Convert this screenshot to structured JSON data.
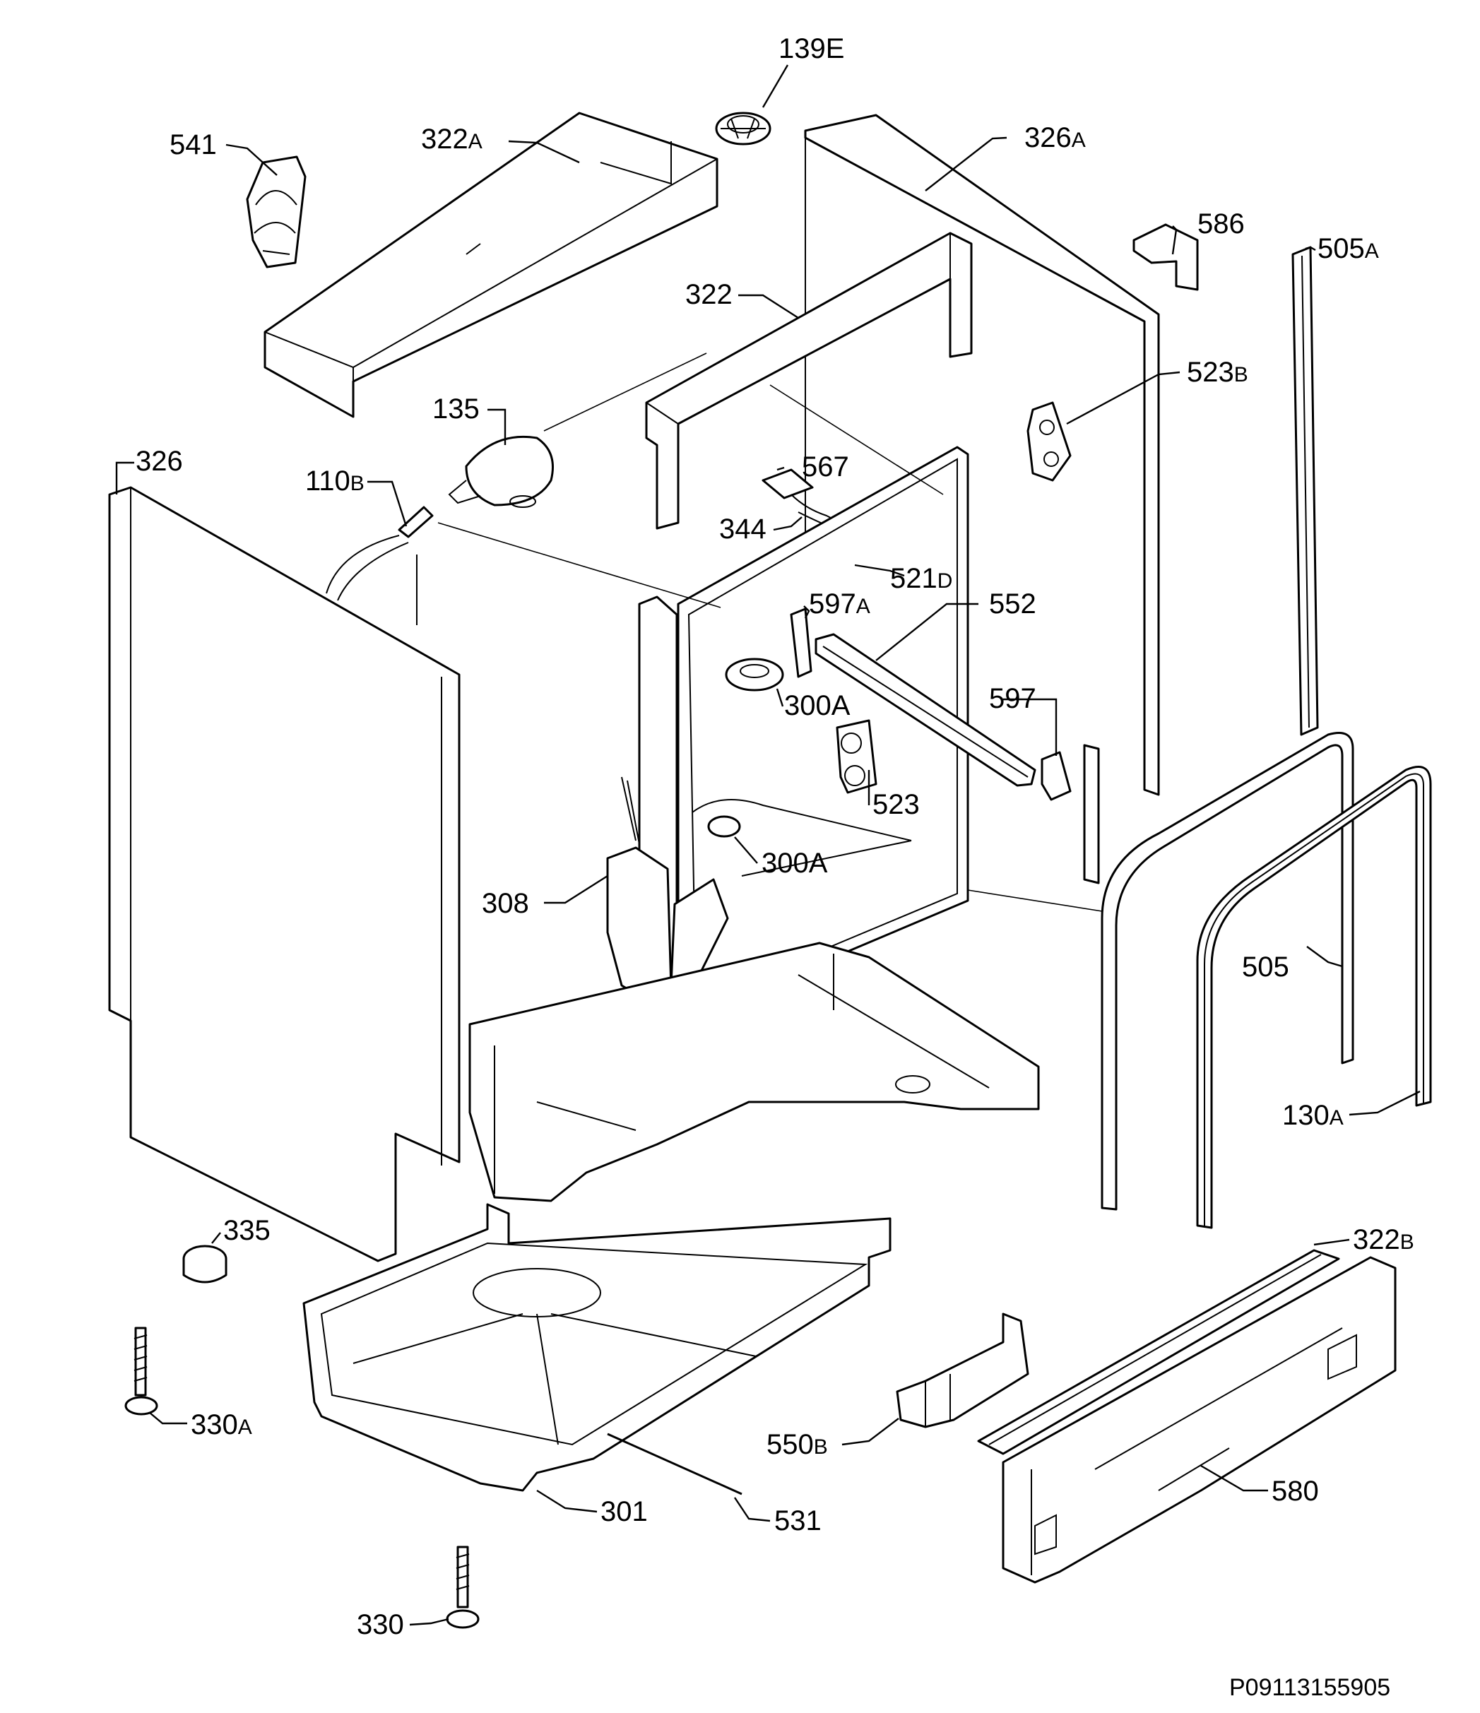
{
  "labels": [
    {
      "id": "139E",
      "text": "139E",
      "suffix": ""
    },
    {
      "id": "541",
      "text": "541",
      "suffix": ""
    },
    {
      "id": "322A",
      "text": "322",
      "suffix": "A"
    },
    {
      "id": "326A",
      "text": "326",
      "suffix": "A"
    },
    {
      "id": "586",
      "text": "586",
      "suffix": ""
    },
    {
      "id": "505A",
      "text": "505",
      "suffix": "A"
    },
    {
      "id": "322",
      "text": "322",
      "suffix": ""
    },
    {
      "id": "523B",
      "text": "523",
      "suffix": "B"
    },
    {
      "id": "135",
      "text": "135",
      "suffix": ""
    },
    {
      "id": "326",
      "text": "326",
      "suffix": ""
    },
    {
      "id": "110B",
      "text": "110",
      "suffix": "B"
    },
    {
      "id": "567",
      "text": "567",
      "suffix": ""
    },
    {
      "id": "344",
      "text": "344",
      "suffix": ""
    },
    {
      "id": "521D",
      "text": "521",
      "suffix": "D"
    },
    {
      "id": "597A",
      "text": "597",
      "suffix": "A"
    },
    {
      "id": "552",
      "text": "552",
      "suffix": ""
    },
    {
      "id": "300A_1",
      "text": "300A",
      "suffix": ""
    },
    {
      "id": "597",
      "text": "597",
      "suffix": ""
    },
    {
      "id": "523",
      "text": "523",
      "suffix": ""
    },
    {
      "id": "300A_2",
      "text": "300A",
      "suffix": ""
    },
    {
      "id": "308",
      "text": "308",
      "suffix": ""
    },
    {
      "id": "505",
      "text": "505",
      "suffix": ""
    },
    {
      "id": "130A",
      "text": "130",
      "suffix": "A"
    },
    {
      "id": "335",
      "text": "335",
      "suffix": ""
    },
    {
      "id": "322B",
      "text": "322",
      "suffix": "B"
    },
    {
      "id": "330A",
      "text": "330",
      "suffix": "A"
    },
    {
      "id": "550B",
      "text": "550",
      "suffix": "B"
    },
    {
      "id": "580",
      "text": "580",
      "suffix": ""
    },
    {
      "id": "301",
      "text": "301",
      "suffix": ""
    },
    {
      "id": "531",
      "text": "531",
      "suffix": ""
    },
    {
      "id": "330",
      "text": "330",
      "suffix": ""
    }
  ],
  "drawing_code": "P09113155905"
}
